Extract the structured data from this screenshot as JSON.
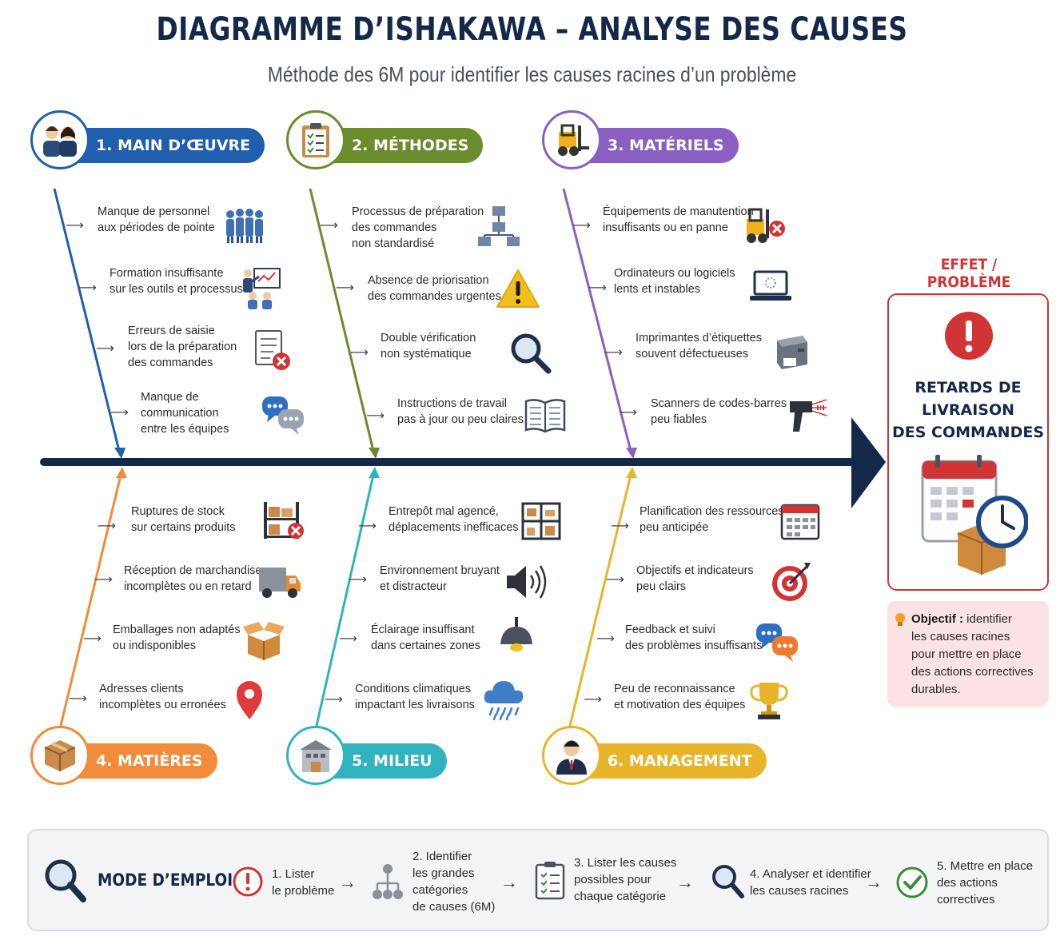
{
  "title": "DIAGRAMME D’ISHAKAWA – ANALYSE DES CAUSES",
  "subtitle": "Méthode des 6M pour identifier les causes racines d’un problème",
  "categories": [
    {
      "label": "1. MAIN D’ŒUVRE",
      "color": "#1f5fae"
    },
    {
      "label": "2. MÉTHODES",
      "color": "#6a8c2c"
    },
    {
      "label": "3. MATÉRIELS",
      "color": "#8a5fc2"
    },
    {
      "label": "4. MATIÈRES",
      "color": "#f28b3a"
    },
    {
      "label": "5. MILIEU",
      "color": "#2fb4bf"
    },
    {
      "label": "6. MANAGEMENT",
      "color": "#e8b52a"
    }
  ],
  "causes": {
    "main_oeuvre": [
      {
        "l1": "Manque de personnel",
        "l2": "aux périodes de pointe",
        "icon": "team-icon"
      },
      {
        "l1": "Formation insuffisante",
        "l2": "sur les outils et processus",
        "icon": "training-icon"
      },
      {
        "l1": "Erreurs de saisie",
        "l2": "lors de la préparation",
        "l3": "des commandes",
        "icon": "error-document-icon"
      },
      {
        "l1": "Manque de",
        "l2": "communication",
        "l3": "entre les équipes",
        "icon": "chat-icon"
      }
    ],
    "methodes": [
      {
        "l1": "Processus de préparation",
        "l2": "des commandes",
        "l3": "non standardisé",
        "icon": "flowchart-icon"
      },
      {
        "l1": "Absence de priorisation",
        "l2": "des commandes urgentes",
        "icon": "warning-icon"
      },
      {
        "l1": "Double vérification",
        "l2": "non systématique",
        "icon": "magnifier-icon"
      },
      {
        "l1": "Instructions de travail",
        "l2": "pas à jour ou peu claires",
        "icon": "book-icon"
      }
    ],
    "materiels": [
      {
        "l1": "Équipements de manutention",
        "l2": "insuffisants ou en panne",
        "icon": "forklift-broken-icon"
      },
      {
        "l1": "Ordinateurs ou logiciels",
        "l2": "lents et instables",
        "icon": "laptop-icon"
      },
      {
        "l1": "Imprimantes d’étiquettes",
        "l2": "souvent défectueuses",
        "icon": "printer-icon"
      },
      {
        "l1": "Scanners de codes-barres",
        "l2": "peu fiables",
        "icon": "barcode-scanner-icon"
      }
    ],
    "matieres": [
      {
        "l1": "Ruptures de stock",
        "l2": "sur certains produits",
        "icon": "empty-shelf-icon"
      },
      {
        "l1": "Réception de marchandises",
        "l2": "incomplètes ou en retard",
        "icon": "truck-icon"
      },
      {
        "l1": "Emballages non adaptés",
        "l2": "ou indisponibles",
        "icon": "open-box-icon"
      },
      {
        "l1": "Adresses clients",
        "l2": "incomplètes ou erronées",
        "icon": "location-pin-icon"
      }
    ],
    "milieu": [
      {
        "l1": "Entrepôt mal agencé,",
        "l2": "déplacements inefficaces",
        "icon": "warehouse-layout-icon"
      },
      {
        "l1": "Environnement bruyant",
        "l2": "et distracteur",
        "icon": "speaker-icon"
      },
      {
        "l1": "Éclairage insuffisant",
        "l2": "dans certaines zones",
        "icon": "lamp-icon"
      },
      {
        "l1": "Conditions climatiques",
        "l2": "impactant les livraisons",
        "icon": "rain-cloud-icon"
      }
    ],
    "management": [
      {
        "l1": "Planification des ressources",
        "l2": "peu anticipée",
        "icon": "calendar-icon"
      },
      {
        "l1": "Objectifs et indicateurs",
        "l2": "peu clairs",
        "icon": "target-icon"
      },
      {
        "l1": "Feedback et suivi",
        "l2": "des problèmes insuffisants",
        "icon": "chat-icon"
      },
      {
        "l1": "Peu de reconnaissance",
        "l2": "et motivation des équipes",
        "icon": "trophy-icon"
      }
    ]
  },
  "effect": {
    "title": "EFFET / PROBLÈME",
    "l1": "RETARDS DE",
    "l2": "LIVRAISON",
    "l3": "DES COMMANDES",
    "color": "#d13434"
  },
  "objective": {
    "label": "Objectif :",
    "text1": " identifier",
    "text2": "les causes racines",
    "text3": "pour mettre en place",
    "text4": "des actions correctives",
    "text5": "durables."
  },
  "footer": {
    "title": "MODE D’EMPLOI",
    "steps": [
      {
        "l1": "1. Lister",
        "l2": "le problème"
      },
      {
        "l1": "2. Identifier",
        "l2": "les grandes",
        "l3": "catégories",
        "l4": "de causes (6M)"
      },
      {
        "l1": "3. Lister les causes",
        "l2": "possibles pour",
        "l3": "chaque catégorie"
      },
      {
        "l1": "4. Analyser et identifier",
        "l2": "les causes racines"
      },
      {
        "l1": "5. Mettre en place",
        "l2": "des actions",
        "l3": "correctives"
      }
    ]
  },
  "spine_color": "#14294a"
}
